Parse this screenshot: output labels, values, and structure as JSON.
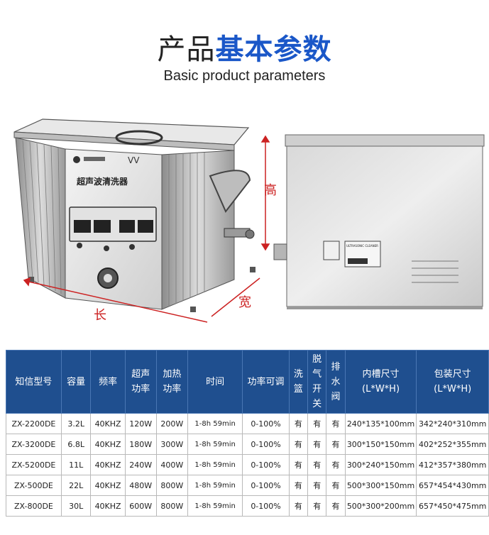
{
  "heading": {
    "title_part1": "产品",
    "title_part2": "基本参数",
    "subtitle": "Basic product parameters"
  },
  "product": {
    "dim_height": "高",
    "dim_width": "宽",
    "dim_length": "长",
    "panel_text": "超声波清洗器",
    "label_text": "ULTRASONIC CLEANER"
  },
  "colors": {
    "title_accent": "#1a57c8",
    "table_header_bg": "#1f4f8f",
    "dimension_red": "#cc2222"
  },
  "table": {
    "headers": [
      "知信型号",
      "容量",
      "频率",
      "超声\n功率",
      "加热\n功率",
      "时间",
      "功率可调",
      "洗\n篮",
      "脱\n气\n开\n关",
      "排\n水\n阀",
      "内槽尺寸\n(L*W*H)",
      "包装尺寸\n(L*W*H)"
    ],
    "rows": [
      [
        "ZX-2200DE",
        "3.2L",
        "40KHZ",
        "120W",
        "200W",
        "1-8h 59min",
        "0-100%",
        "有",
        "有",
        "有",
        "240*135*100mm",
        "342*240*310mm"
      ],
      [
        "ZX-3200DE",
        "6.8L",
        "40KHZ",
        "180W",
        "300W",
        "1-8h 59min",
        "0-100%",
        "有",
        "有",
        "有",
        "300*150*150mm",
        "402*252*355mm"
      ],
      [
        "ZX-5200DE",
        "11L",
        "40KHZ",
        "240W",
        "400W",
        "1-8h 59min",
        "0-100%",
        "有",
        "有",
        "有",
        "300*240*150mm",
        "412*357*380mm"
      ],
      [
        "ZX-500DE",
        "22L",
        "40KHZ",
        "480W",
        "800W",
        "1-8h 59min",
        "0-100%",
        "有",
        "有",
        "有",
        "500*300*150mm",
        "657*454*430mm"
      ],
      [
        "ZX-800DE",
        "30L",
        "40KHZ",
        "600W",
        "800W",
        "1-8h 59min",
        "0-100%",
        "有",
        "有",
        "有",
        "500*300*200mm",
        "657*450*475mm"
      ]
    ]
  }
}
